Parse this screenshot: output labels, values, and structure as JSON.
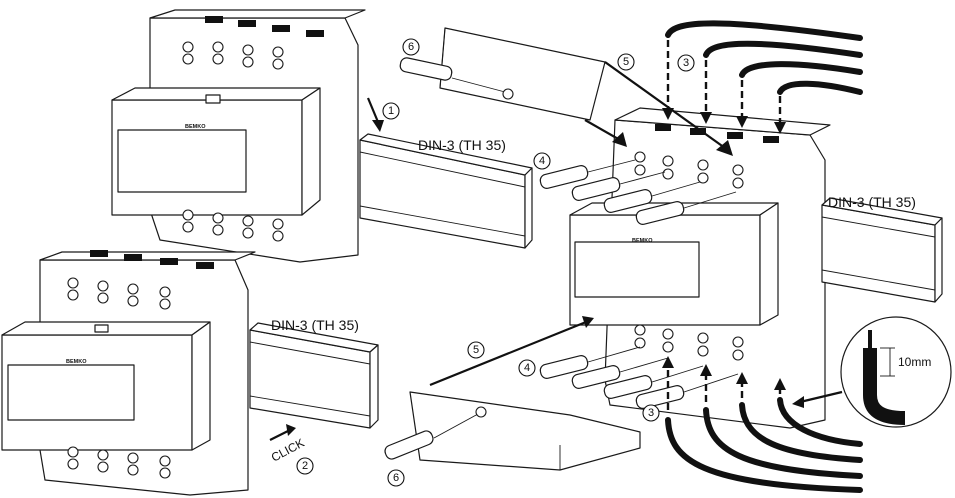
{
  "labels": {
    "din_rail_top": "DIN-3 (TH 35)",
    "din_rail_bottom": "DIN-3 (TH 35)",
    "din_rail_right": "DIN-3 (TH 35)",
    "brand": "BEMKO",
    "click": "CLICK",
    "strip_length": "10mm"
  },
  "steps": {
    "s1": "1",
    "s2": "2",
    "s3a": "3",
    "s3b": "3",
    "s4a": "4",
    "s4b": "4",
    "s5a": "5",
    "s5b": "5",
    "s6a": "6",
    "s6b": "6"
  },
  "colors": {
    "ink": "#111111",
    "background": "#ffffff"
  }
}
